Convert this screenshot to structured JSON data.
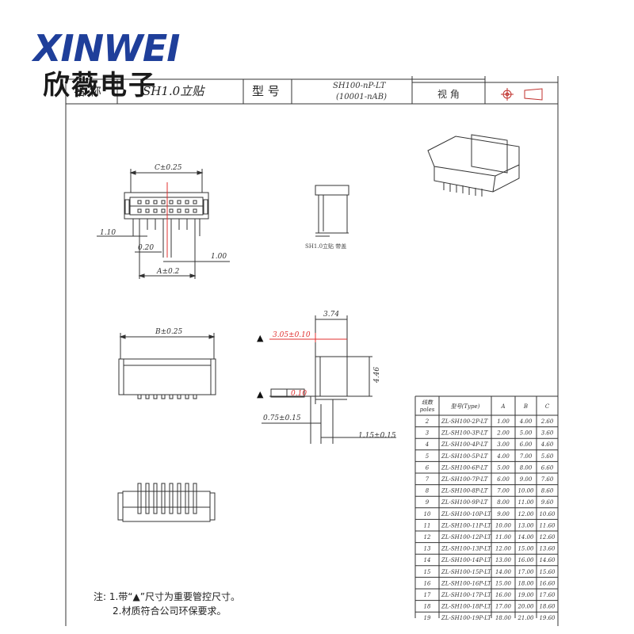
{
  "logo": {
    "brand_en": "XINWEI",
    "brand_cn": "欣薇电子"
  },
  "title_block": {
    "name_label": "名 称",
    "name_value": "SH1.0立贴",
    "model_label": "型 号",
    "model_value_line1": "SH100-nP-LT",
    "model_value_line2": "(10001-nAB)",
    "view_label": "视 角"
  },
  "front_view": {
    "dim_c": "C±0.25",
    "dim_110": "1.10",
    "dim_020": "0.20",
    "dim_100": "1.00",
    "dim_a": "A±0.2"
  },
  "side_small": {
    "caption": "SH1.0立贴 带盖"
  },
  "bottom_view": {
    "dim_b": "B±0.25"
  },
  "side_view": {
    "dim_374": "3.74",
    "dim_305": "3.05±0.10",
    "dim_446": "4.46",
    "dim_010": "0.10",
    "dim_075": "0.75±0.15",
    "dim_115": "1.15±0.15",
    "marker": "▲"
  },
  "table": {
    "headers": [
      "线数 poles",
      "型号(Type)",
      "A",
      "B",
      "C"
    ],
    "header_poles_l1": "线数",
    "header_poles_l2": "poles",
    "rows": [
      [
        "2",
        "ZL-SH100-2P-LT",
        "1.00",
        "4.00",
        "2.60"
      ],
      [
        "3",
        "ZL-SH100-3P-LT",
        "2.00",
        "5.00",
        "3.60"
      ],
      [
        "4",
        "ZL-SH100-4P-LT",
        "3.00",
        "6.00",
        "4.60"
      ],
      [
        "5",
        "ZL-SH100-5P-LT",
        "4.00",
        "7.00",
        "5.60"
      ],
      [
        "6",
        "ZL-SH100-6P-LT",
        "5.00",
        "8.00",
        "6.60"
      ],
      [
        "7",
        "ZL-SH100-7P-LT",
        "6.00",
        "9.00",
        "7.60"
      ],
      [
        "8",
        "ZL-SH100-8P-LT",
        "7.00",
        "10.00",
        "8.60"
      ],
      [
        "9",
        "ZL-SH100-9P-LT",
        "8.00",
        "11.00",
        "9.60"
      ],
      [
        "10",
        "ZL-SH100-10P-LT",
        "9.00",
        "12.00",
        "10.60"
      ],
      [
        "11",
        "ZL-SH100-11P-LT",
        "10.00",
        "13.00",
        "11.60"
      ],
      [
        "12",
        "ZL-SH100-12P-LT",
        "11.00",
        "14.00",
        "12.60"
      ],
      [
        "13",
        "ZL-SH100-13P-LT",
        "12.00",
        "15.00",
        "13.60"
      ],
      [
        "14",
        "ZL-SH100-14P-LT",
        "13.00",
        "16.00",
        "14.60"
      ],
      [
        "15",
        "ZL-SH100-15P-LT",
        "14.00",
        "17.00",
        "15.60"
      ],
      [
        "16",
        "ZL-SH100-16P-LT",
        "15.00",
        "18.00",
        "16.60"
      ],
      [
        "17",
        "ZL-SH100-17P-LT",
        "16.00",
        "19.00",
        "17.60"
      ],
      [
        "18",
        "ZL-SH100-18P-LT",
        "17.00",
        "20.00",
        "18.60"
      ],
      [
        "19",
        "ZL-SH100-19P-LT",
        "18.00",
        "21.00",
        "19.60"
      ]
    ]
  },
  "notes": {
    "line1": "注: 1.带“▲”尺寸为重要管控尺寸。",
    "line2": "2.材质符合公司环保要求。"
  },
  "colors": {
    "brand_blue": "#1f3f9a",
    "brand_red": "#d62b2b",
    "dim_red": "#e0302f"
  }
}
